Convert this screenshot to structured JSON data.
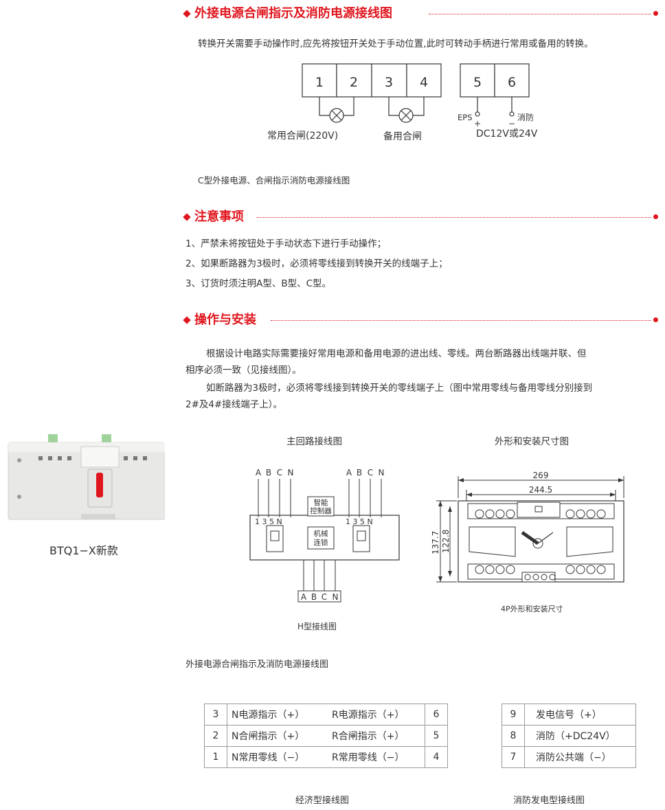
{
  "section1": {
    "title": "外接电源合闸指示及消防电源接线图",
    "intro": "转换开关需要手动操作时,应先将按钮开关处于手动位置,此时可转动手柄进行常用或备用的转换。",
    "terminals": [
      "1",
      "2",
      "3",
      "4",
      "5",
      "6"
    ],
    "label_common": "常用合闸(220V)",
    "label_backup": "备用合闸",
    "label_eps": "EPS",
    "label_fire": "消防",
    "plus": "+",
    "minus": "−",
    "label_dc": "DC12V或24V",
    "caption": "C型外接电源、合闸指示消防电源接线图"
  },
  "section2": {
    "title": "注意事项",
    "items": [
      "1、严禁未将按钮处于手动状态下进行手动操作；",
      "2、如果断路器为3极时，必须将零线接到转换开关的线端子上；",
      "3、订货时须注明A型、B型、C型。"
    ]
  },
  "section3": {
    "title": "操作与安装",
    "p1_line1": "根据设计电路实际需要接好常用电源和备用电源的进出线、零线。两台断路器出线端并联、但",
    "p1_line2": "相序必须一致（见接线图）。",
    "p2_line1": "如断路器为3极时，必须将零线接到转换开关的零线端子上（图中常用零线与备用零线分别接到",
    "p2_line2": "2#及4#接线端子上）。"
  },
  "product": {
    "caption": "BTQ1−X新款"
  },
  "wiring": {
    "title": "主回路接线图",
    "phases": [
      "A",
      "B",
      "C",
      "N"
    ],
    "terms_left": "1 3 5 N",
    "terms_right": "1 3 5 N",
    "ctrl": [
      "智能",
      "控制器"
    ],
    "lock": [
      "机械",
      "连锁"
    ],
    "caption": "H型接线图"
  },
  "dims": {
    "title": "外形和安装尺寸图",
    "w1": "269",
    "w2": "244.5",
    "h1": "137.7",
    "h2": "122.8",
    "caption": "4P外形和安装尺寸"
  },
  "section4_caption": "外接电源合闸指示及消防电源接线图",
  "economy": {
    "rows": [
      {
        "ln": "3",
        "ll": "N电源指示（+）",
        "rl": "R电源指示（+）",
        "rn": "6"
      },
      {
        "ln": "2",
        "ll": "N合闸指示（+）",
        "rl": "R合闸指示（+）",
        "rn": "5"
      },
      {
        "ln": "1",
        "ll": "N常用零线（−）",
        "rl": "R常用零线（−）",
        "rn": "4"
      }
    ],
    "caption": "经济型接线图"
  },
  "fire": {
    "rows": [
      {
        "n": "9",
        "l": "发电信号（+）"
      },
      {
        "n": "8",
        "l": "消防（+DC24V）"
      },
      {
        "n": "7",
        "l": "消防公共端（−）"
      }
    ],
    "caption": "消防发电型接线图"
  }
}
